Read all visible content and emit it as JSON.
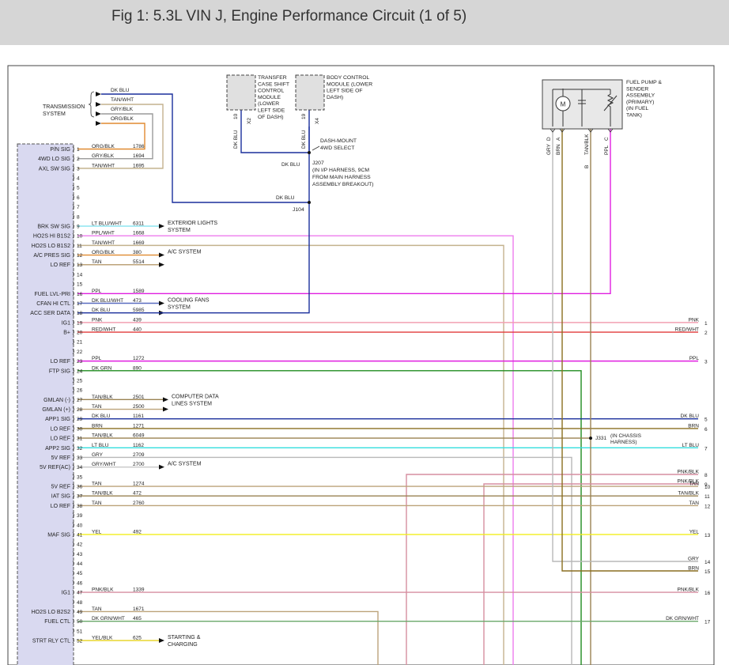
{
  "header": {
    "title": "Fig 1: 5.3L VIN J, Engine Performance Circuit (1 of 5)"
  },
  "colors": {
    "PNK": "#f2a0b2",
    "RED/WHT": "#e23a3a",
    "PPL": "#e01ee0",
    "DK GRN": "#1f8c1f",
    "DK BLU": "#1a2f9c",
    "BRN": "#8a6f20",
    "TAN": "#bca37a",
    "TAN/BLK": "#9a8252",
    "LT BLU": "#33dede",
    "GRY": "#b8b8b8",
    "PNK/BLK": "#d68ea0",
    "YEL": "#f2ee1c",
    "DK GRN/WHT": "#6aa86a",
    "GRY/WHT": "#c8c8c8",
    "ORG/BLK": "#e08a30",
    "TAN/WHT": "#c4b28e",
    "GRY/BLK": "#9a9a9a",
    "LT BLU/WHT": "#8ee6f0",
    "PPL/WHT": "#ee7cee",
    "DK BLU/WHT": "#5a6cc0",
    "YEL/BLK": "#e6d21c",
    "ecm": "#d9d9f0"
  },
  "ecm_pins": [
    {
      "pin": "1",
      "signal": "P/N SIG",
      "color": "ORG/BLK",
      "circuit": "1786"
    },
    {
      "pin": "2",
      "signal": "4WD LO SIG",
      "color": "GRY/BLK",
      "circuit": "1694"
    },
    {
      "pin": "3",
      "signal": "AXL SW SIG",
      "color": "TAN/WHT",
      "circuit": "1695"
    },
    {
      "pin": "4"
    },
    {
      "pin": "5"
    },
    {
      "pin": "6"
    },
    {
      "pin": "7"
    },
    {
      "pin": "8"
    },
    {
      "pin": "9",
      "signal": "BRK SW SIG",
      "color": "LT BLU/WHT",
      "circuit": "6311"
    },
    {
      "pin": "10",
      "signal": "HO2S HI B1S2",
      "color": "PPL/WHT",
      "circuit": "1668"
    },
    {
      "pin": "11",
      "signal": "HO2S LO B1S2",
      "color": "TAN/WHT",
      "circuit": "1669"
    },
    {
      "pin": "12",
      "signal": "A/C PRES SIG",
      "color": "ORG/BLK",
      "circuit": "380"
    },
    {
      "pin": "13",
      "signal": "LO REF",
      "color": "TAN",
      "circuit": "5514"
    },
    {
      "pin": "14"
    },
    {
      "pin": "15"
    },
    {
      "pin": "16",
      "signal": "FUEL LVL-PRI",
      "color": "PPL",
      "circuit": "1589"
    },
    {
      "pin": "17",
      "signal": "CFAN HI CTL",
      "color": "DK BLU/WHT",
      "circuit": "473"
    },
    {
      "pin": "18",
      "signal": "ACC SER DATA",
      "color": "DK BLU",
      "circuit": "5985"
    },
    {
      "pin": "19",
      "signal": "IG1",
      "color": "PNK",
      "circuit": "439"
    },
    {
      "pin": "20",
      "signal": "B+",
      "color": "RED/WHT",
      "circuit": "440"
    },
    {
      "pin": "21"
    },
    {
      "pin": "22"
    },
    {
      "pin": "23",
      "signal": "LO REF",
      "color": "PPL",
      "circuit": "1272"
    },
    {
      "pin": "24",
      "signal": "FTP SIG",
      "color": "DK GRN",
      "circuit": "890"
    },
    {
      "pin": "25"
    },
    {
      "pin": "26"
    },
    {
      "pin": "27",
      "signal": "GMLAN (-)",
      "color": "TAN/BLK",
      "circuit": "2501"
    },
    {
      "pin": "28",
      "signal": "GMLAN (+)",
      "color": "TAN",
      "circuit": "2500"
    },
    {
      "pin": "29",
      "signal": "APP1 SIG",
      "color": "DK BLU",
      "circuit": "1161"
    },
    {
      "pin": "30",
      "signal": "LO REF",
      "color": "BRN",
      "circuit": "1271"
    },
    {
      "pin": "31",
      "signal": "LO REF",
      "color": "TAN/BLK",
      "circuit": "6049"
    },
    {
      "pin": "32",
      "signal": "APP2 SIG",
      "color": "LT BLU",
      "circuit": "1162"
    },
    {
      "pin": "33",
      "signal": "5V REF",
      "color": "GRY",
      "circuit": "2709"
    },
    {
      "pin": "34",
      "signal": "5V REF(AC)",
      "color": "GRY/WHT",
      "circuit": "2700"
    },
    {
      "pin": "35"
    },
    {
      "pin": "36",
      "signal": "5V REF",
      "color": "TAN",
      "circuit": "1274"
    },
    {
      "pin": "37",
      "signal": "IAT SIG",
      "color": "TAN/BLK",
      "circuit": "472"
    },
    {
      "pin": "38",
      "signal": "LO REF",
      "color": "TAN",
      "circuit": "2760"
    },
    {
      "pin": "39"
    },
    {
      "pin": "40"
    },
    {
      "pin": "41",
      "signal": "MAF SIG",
      "color": "YEL",
      "circuit": "492"
    },
    {
      "pin": "42"
    },
    {
      "pin": "43"
    },
    {
      "pin": "44"
    },
    {
      "pin": "45"
    },
    {
      "pin": "46"
    },
    {
      "pin": "47",
      "signal": "IG1",
      "color": "PNK/BLK",
      "circuit": "1339"
    },
    {
      "pin": "48"
    },
    {
      "pin": "49",
      "signal": "HO2S LO B2S2",
      "color": "TAN",
      "circuit": "1671"
    },
    {
      "pin": "50",
      "signal": "FUEL CTL",
      "color": "DK GRN/WHT",
      "circuit": "465"
    },
    {
      "pin": "51"
    },
    {
      "pin": "52",
      "signal": "STRT RLY CTL",
      "color": "YEL/BLK",
      "circuit": "625"
    }
  ],
  "systems": {
    "transmission": "TRANSMISSION SYSTEM",
    "exterior": "EXTERIOR LIGHTS SYSTEM",
    "ac1": "A/C SYSTEM",
    "fans": "COOLING FANS SYSTEM",
    "computer": "COMPUTER DATA LINES SYSTEM",
    "ac2": "A/C SYSTEM",
    "starting": "STARTING & CHARGING"
  },
  "trans_wires": [
    "DK BLU",
    "TAN/WHT",
    "GRY/BLK",
    "ORG/BLK"
  ],
  "modules": {
    "transfer_case": "TRANSFER CASE SHIFT CONTROL MODULE (LOWER LEFT SIDE OF DASH)",
    "transfer_case_pin": "X2",
    "transfer_case_pin_num": "10",
    "bcm": "BODY CONTROL MODULE (LOWER LEFT SIDE OF DASH)",
    "bcm_pin": "X4",
    "bcm_pin_num": "19",
    "wire_color": "DK BLU",
    "dash_mount": "DASH-MOUNT 4WD SELECT",
    "j207": "J207",
    "j207_desc": "(IN I/P HARNESS, 9CM FROM MAIN HARNESS ASSEMBLY BREAKOUT)",
    "j104": "J104",
    "dk_blu_label": "DK BLU"
  },
  "fuel_pump": {
    "label": "FUEL PUMP & SENDER ASSEMBLY (PRIMARY) (IN FUEL TANK)",
    "motor": "M",
    "pins": [
      {
        "color": "GRY",
        "pin": "D"
      },
      {
        "color": "BRN",
        "pin": "A"
      },
      {
        "color": "TAN/BLK",
        "pin": "B"
      },
      {
        "color": "PPL",
        "pin": "C"
      }
    ]
  },
  "j331": {
    "label": "J331",
    "desc": "(IN CHASSIS HARNESS)"
  },
  "right_side": [
    {
      "color": "PNK",
      "num": "1"
    },
    {
      "color": "RED/WHT",
      "num": "2"
    },
    {
      "color": "PPL",
      "num": "3"
    },
    {
      "color": "DK BLU",
      "num": "5"
    },
    {
      "color": "BRN",
      "num": "6"
    },
    {
      "color": "LT BLU",
      "num": "7"
    },
    {
      "color": "PNK/BLK",
      "num": "8"
    },
    {
      "color": "PNK/BLK",
      "num": "9"
    },
    {
      "color": "TAN",
      "num": "10"
    },
    {
      "color": "TAN/BLK",
      "num": "11"
    },
    {
      "color": "TAN",
      "num": "12"
    },
    {
      "color": "YEL",
      "num": "13"
    },
    {
      "color": "GRY",
      "num": "14"
    },
    {
      "color": "BRN",
      "num": "15"
    },
    {
      "color": "PNK/BLK",
      "num": "16"
    },
    {
      "color": "DK GRN/WHT",
      "num": "17"
    }
  ]
}
